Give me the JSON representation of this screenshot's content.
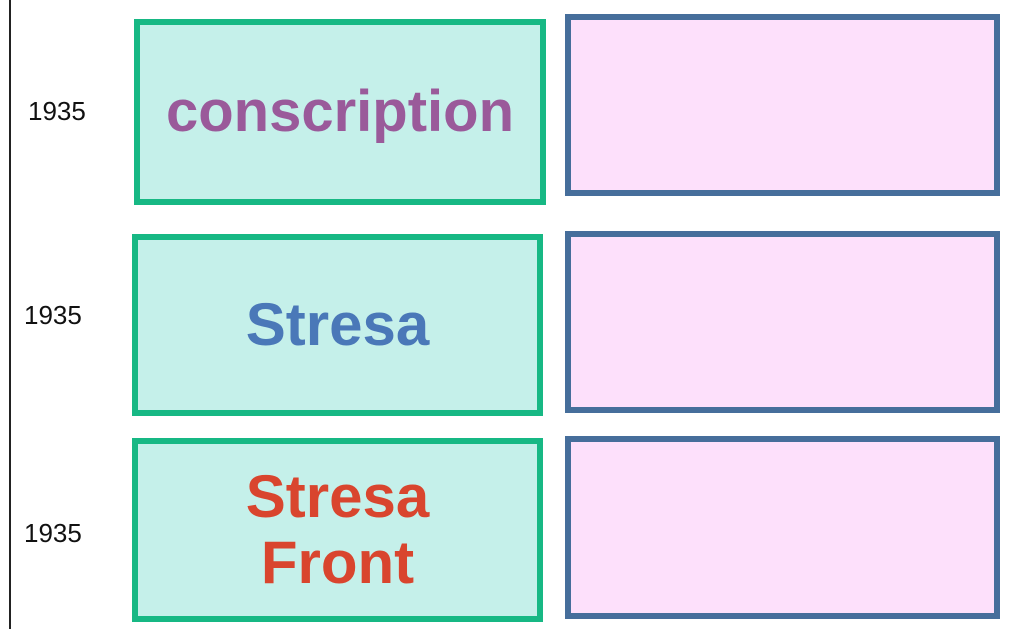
{
  "rows": [
    {
      "year": "1935",
      "term": "conscription",
      "term_color": "#9a5a9a"
    },
    {
      "year": "1935",
      "term": "Stresa",
      "term_color": "#4a78b8"
    },
    {
      "year": "1935",
      "term_line1": "Stresa",
      "term_line2": "Front",
      "term_color": "#d9452e"
    }
  ]
}
